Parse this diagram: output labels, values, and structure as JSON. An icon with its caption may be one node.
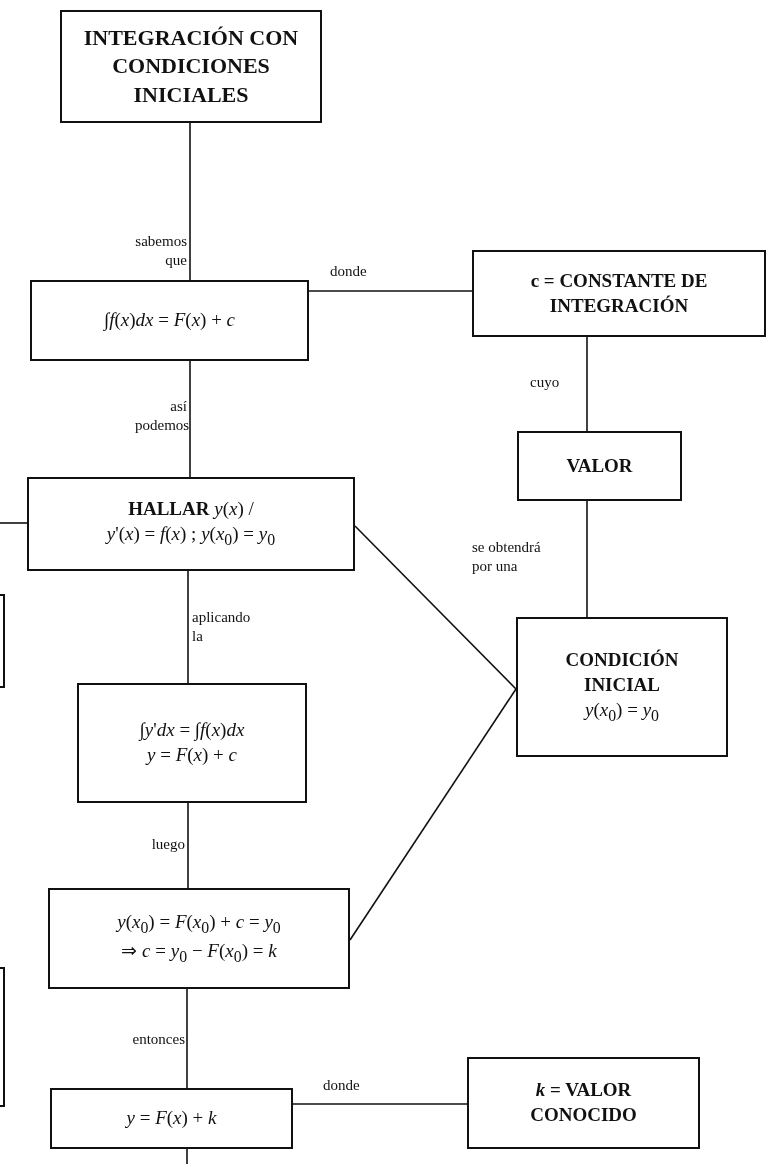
{
  "diagram": {
    "nodes": [
      {
        "text": [
          "INTEGRACIÓN CON CONDICIONES INICIALES"
        ]
      },
      {
        "text": [
          "∫*f*(*x*)*dx* = *F*(*x*) + *c*"
        ]
      },
      {
        "text": [
          "c = CONSTANTE DE INTEGRACIÓN"
        ]
      },
      {
        "text": [
          "VALOR"
        ]
      },
      {
        "text": [
          "**HALLAR** *y*(*x*) /",
          "*y*'(*x*) = *f*(*x*) ; *y*(*x*$_{0}$) = *y*$_{0}$"
        ]
      },
      {
        "text": [
          "CONDICIÓN INICIAL",
          "*y*(*x*$_{0}$) = *y*$_{0}$"
        ]
      },
      {
        "text": [
          "∫*y*'*dx* = ∫*f*(*x*)*dx*",
          "*y* = *F*(*x*) + *c*"
        ]
      },
      {
        "text": [
          "*y*(*x*$_{0}$) = *F*(*x*$_{0}$) + *c* = *y*$_{0}$",
          "⇒ *c* = *y*$_{0}$ − *F*(*x*$_{0}$) = *k*"
        ]
      },
      {
        "text": [
          "*y* = *F*(*x*) + *k*"
        ]
      },
      {
        "text": [
          "*k* = VALOR CONOCIDO"
        ]
      },
      {
        "text": [],
        "shape": "box"
      },
      {
        "text": [],
        "shape": "box"
      }
    ],
    "edges": [
      {
        "from": 0,
        "to": 1,
        "arrow": "none",
        "label": "sabemos que"
      },
      {
        "from": 1,
        "to": 2,
        "arrow": "none",
        "label": "donde"
      },
      {
        "from": 2,
        "to": 3,
        "arrow": "none",
        "label": "cuyo"
      },
      {
        "from": 3,
        "to": 5,
        "arrow": "none",
        "label": "se obtendrá por una"
      },
      {
        "from": 1,
        "to": 4,
        "arrow": "none",
        "label": "así podemos"
      },
      {
        "from": 4,
        "to": null,
        "arrow": "none"
      },
      {
        "from": 4,
        "to": 5,
        "arrow": "none"
      },
      {
        "from": 4,
        "to": 6,
        "arrow": "none",
        "label": "aplicando la"
      },
      {
        "from": 6,
        "to": 7,
        "arrow": "none",
        "label": "luego"
      },
      {
        "from": 7,
        "to": 5,
        "arrow": "none"
      },
      {
        "from": 7,
        "to": 8,
        "arrow": "none",
        "label": "entonces"
      },
      {
        "from": 8,
        "to": 9,
        "arrow": "none",
        "label": "donde"
      },
      {
        "from": 8,
        "to": null,
        "arrow": "none"
      }
    ]
  }
}
